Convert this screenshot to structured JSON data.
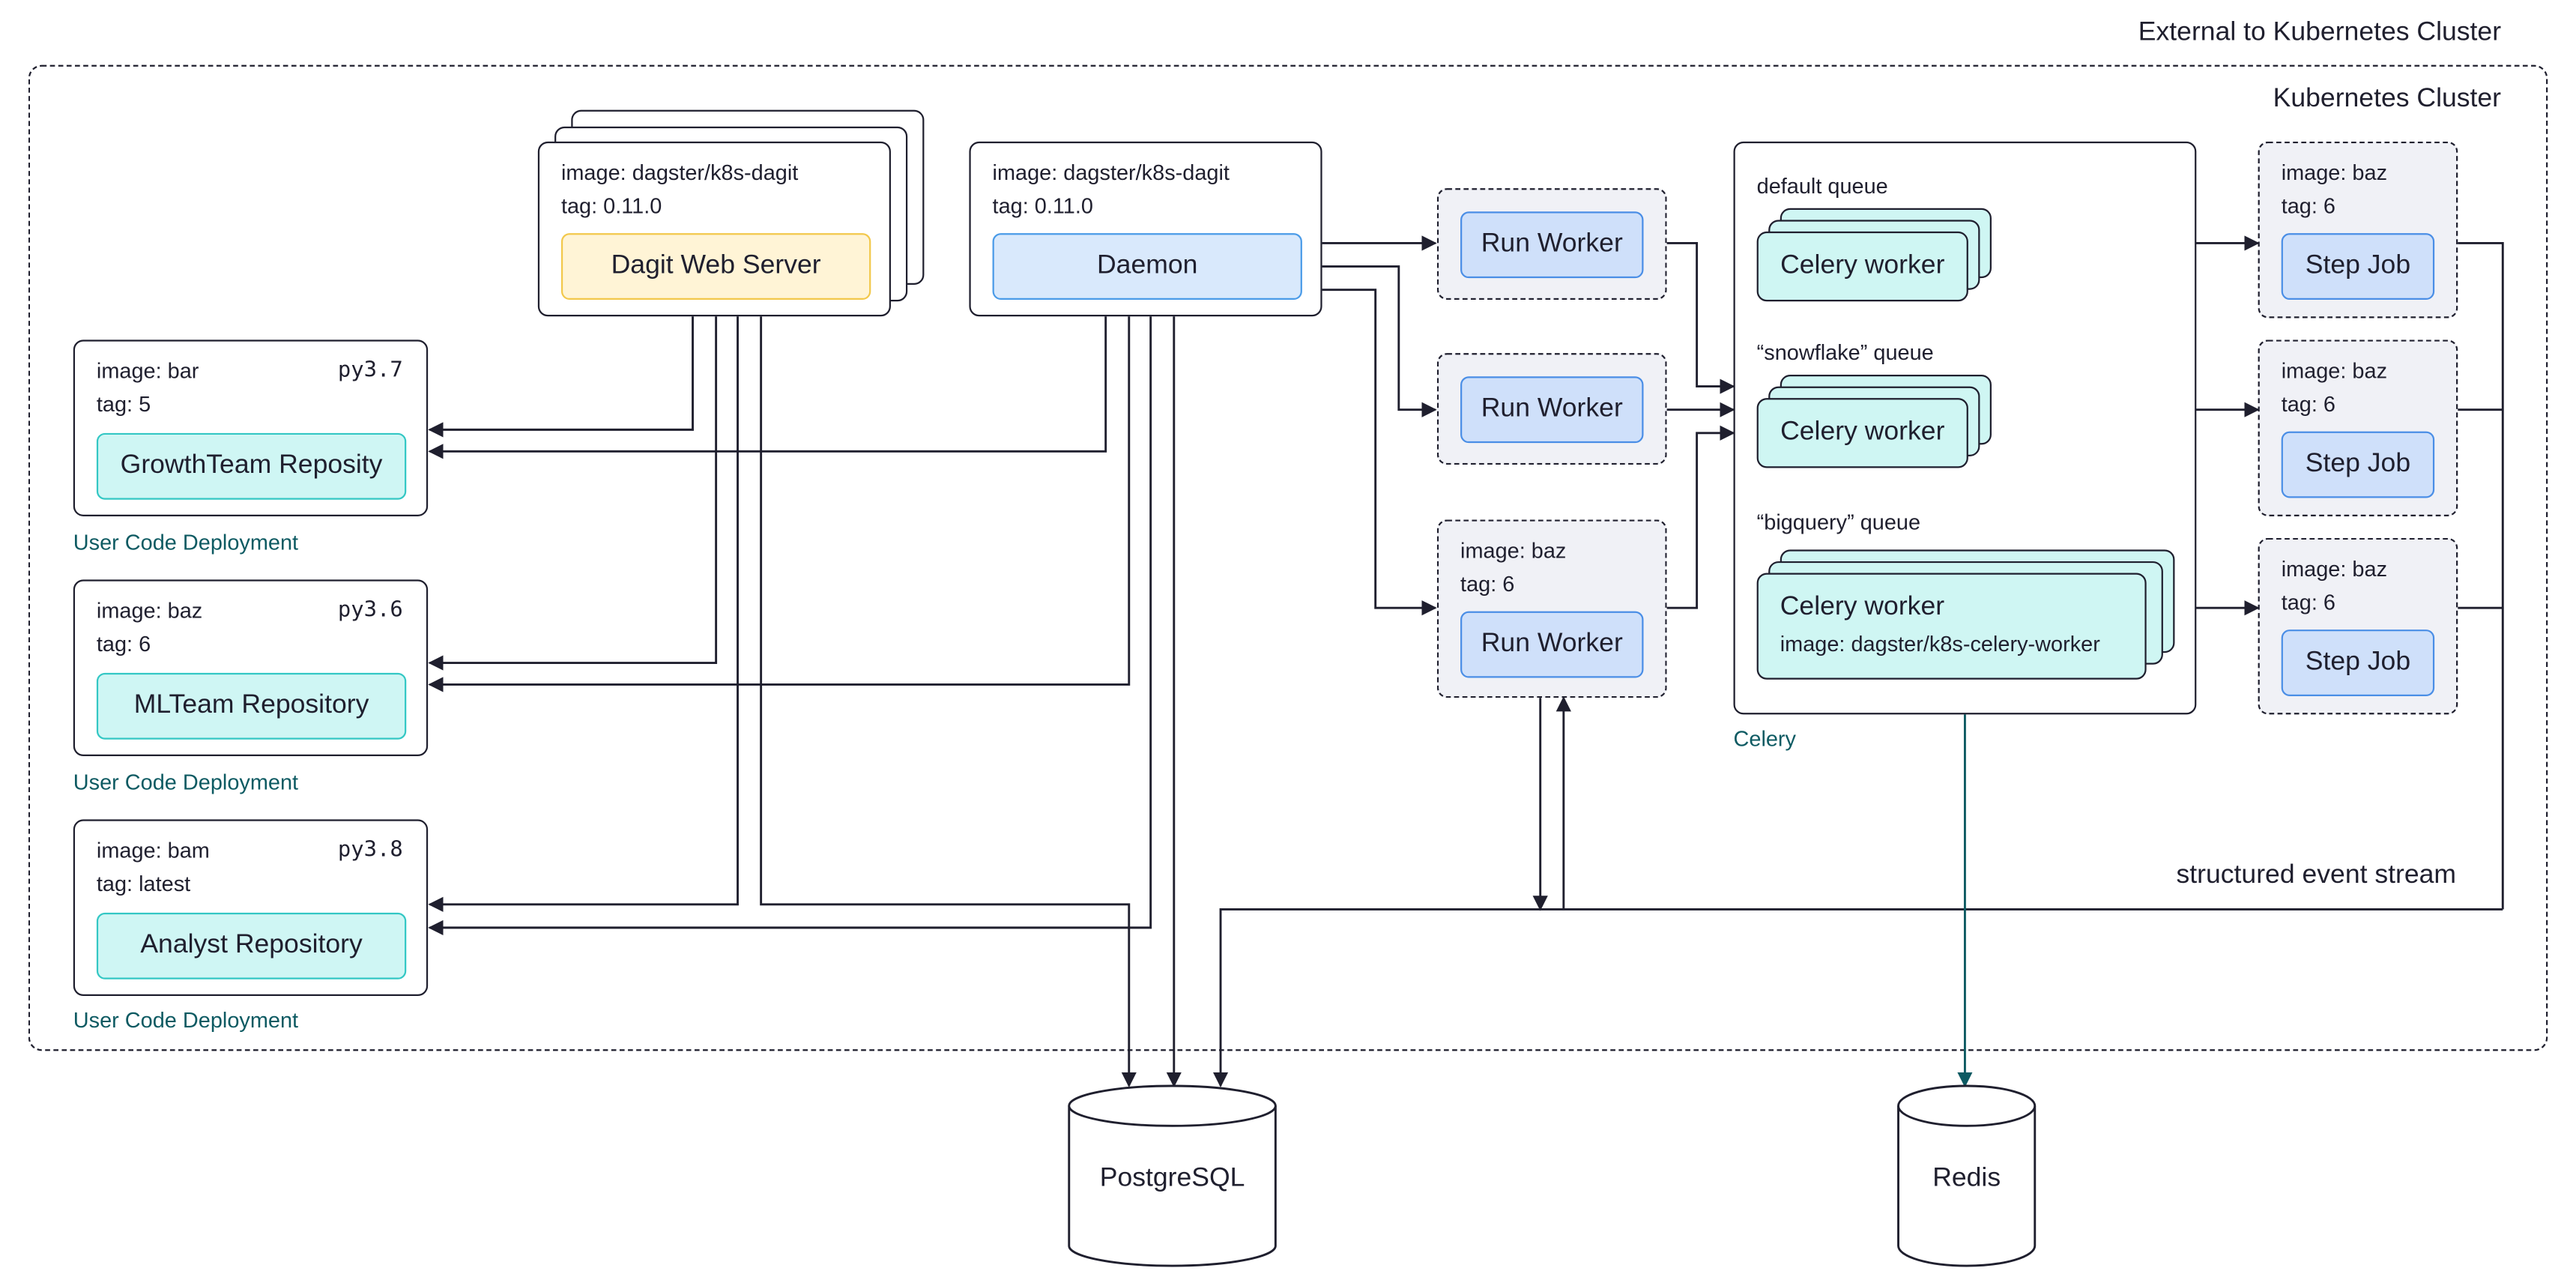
{
  "labels": {
    "external": "External to Kubernetes Cluster",
    "cluster": "Kubernetes Cluster",
    "event_stream": "structured event stream",
    "user_code_deployment": "User Code Deployment",
    "celery": "Celery"
  },
  "dagit": {
    "image": "image: dagster/k8s-dagit",
    "tag": "tag: 0.11.0",
    "label": "Dagit Web Server"
  },
  "daemon": {
    "image": "image: dagster/k8s-dagit",
    "tag": "tag: 0.11.0",
    "label": "Daemon"
  },
  "repositories": [
    {
      "image": "image: bar",
      "tag": "tag: 5",
      "py": "py3.7",
      "label": "GrowthTeam Reposity"
    },
    {
      "image": "image: baz",
      "tag": "tag: 6",
      "py": "py3.6",
      "label": "MLTeam Repository"
    },
    {
      "image": "image: bam",
      "tag": "tag: latest",
      "py": "py3.8",
      "label": "Analyst Repository"
    }
  ],
  "run_workers": [
    {
      "label": "Run Worker"
    },
    {
      "label": "Run Worker"
    },
    {
      "image": "image: baz",
      "tag": "tag: 6",
      "label": "Run Worker"
    }
  ],
  "celery_queues": [
    {
      "queue": "default queue",
      "worker": "Celery worker"
    },
    {
      "queue": "“snowflake” queue",
      "worker": "Celery worker"
    },
    {
      "queue": "“bigquery” queue",
      "worker": "Celery worker",
      "image": "image: dagster/k8s-celery-worker"
    }
  ],
  "step_jobs": [
    {
      "image": "image: baz",
      "tag": "tag: 6",
      "label": "Step Job"
    },
    {
      "image": "image: baz",
      "tag": "tag: 6",
      "label": "Step Job"
    },
    {
      "image": "image: baz",
      "tag": "tag: 6",
      "label": "Step Job"
    }
  ],
  "databases": {
    "postgres": "PostgreSQL",
    "redis": "Redis"
  },
  "colors": {
    "dark": "#1f1f2e",
    "teal": "#0d5a62",
    "yellow": "#fff4d6",
    "blue": "#d9e9fc",
    "cyan": "#cff6f4"
  }
}
